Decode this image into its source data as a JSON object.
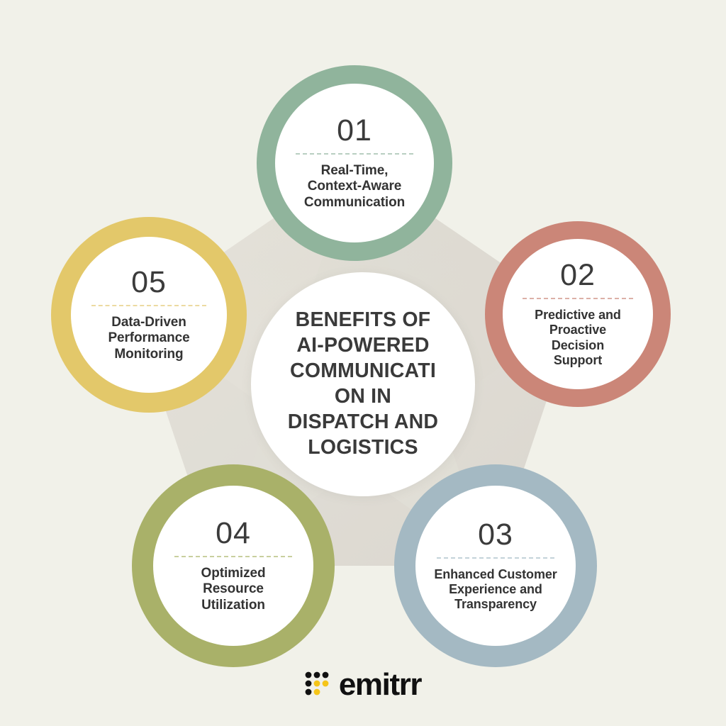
{
  "background_color": "#f1f1e9",
  "center": {
    "title": "BENEFITS OF AI-POWERED COMMUNICATION IN DISPATCH AND LOGISTICS",
    "title_wrapped": "BENEFITS OF\nAI-POWERED\nCOMMUNICATI\nON IN\nDISPATCH AND\nLOGISTICS"
  },
  "nodes": [
    {
      "number": "01",
      "label": "Real-Time,\nContext-Aware\nCommunication",
      "color": "#90b49c",
      "position": "top"
    },
    {
      "number": "02",
      "label": "Predictive and\nProactive\nDecision\nSupport",
      "color": "#cb8678",
      "position": "right"
    },
    {
      "number": "03",
      "label": "Enhanced Customer\nExperience and\nTransparency",
      "color": "#a4b9c3",
      "position": "bottom-right"
    },
    {
      "number": "04",
      "label": "Optimized\nResource\nUtilization",
      "color": "#a9b169",
      "position": "bottom-left"
    },
    {
      "number": "05",
      "label": "Data-Driven\nPerformance\nMonitoring",
      "color": "#e3c86a",
      "position": "left"
    }
  ],
  "footer": {
    "brand_name": "emitrr",
    "logo_icon": "emitrr-dot-matrix-logo",
    "logo_accent_color": "#f5c518",
    "logo_text_color": "#111111"
  }
}
